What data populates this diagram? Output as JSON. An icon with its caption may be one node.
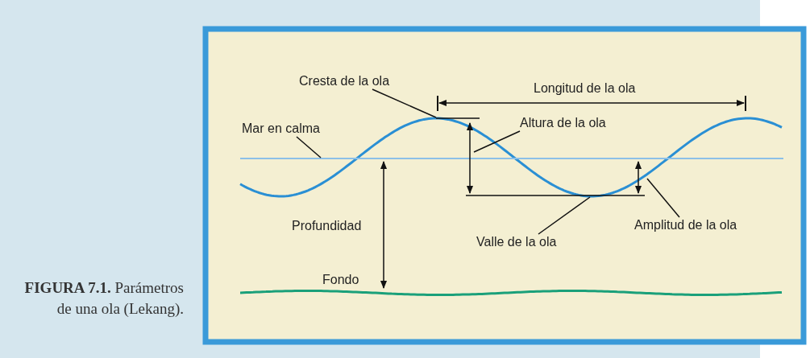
{
  "diagram": {
    "caption": "**FIGURA 7.1.** Parámetros de una ola (Lekang).",
    "nodes": [
      {
        "text": [
          "Cresta de la ola"
        ]
      },
      {
        "text": [
          "Mar en calma"
        ]
      },
      {
        "text": [
          "Altura de la ola"
        ]
      },
      {
        "text": [
          "Valle de la ola"
        ]
      },
      {
        "text": [
          "Amplitud de la ola"
        ]
      }
    ],
    "edges": [
      {
        "from": 0,
        "to": null,
        "arrow": "none"
      },
      {
        "from": 1,
        "to": null,
        "arrow": "none"
      },
      {
        "from": 2,
        "to": null,
        "arrow": "none"
      },
      {
        "from": 3,
        "to": null,
        "arrow": "none"
      },
      {
        "from": 4,
        "to": null,
        "arrow": "none"
      }
    ],
    "labels": [
      "Longitud de la ola",
      "Profundidad",
      "Fondo"
    ]
  }
}
